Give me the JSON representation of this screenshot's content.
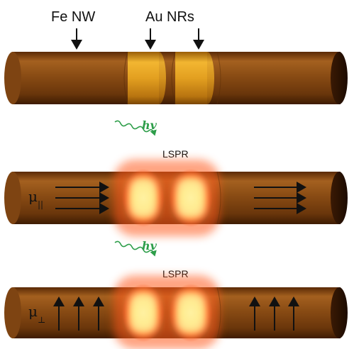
{
  "labels": {
    "fe_nw": "Fe NW",
    "au_nrs": "Au NRs",
    "hv": "hv",
    "lspr": "LSPR",
    "mu_parallel": "μ",
    "mu_parallel_sub": "||",
    "mu_perp": "μ",
    "mu_perp_sub": "⊥"
  },
  "colors": {
    "iron": "#7a3f0e",
    "gold": "#d4941c",
    "glow": "#ff5a1e",
    "photon": "#2e9e4a",
    "arrow": "#111111"
  },
  "panels": [
    {
      "id": "top",
      "state": "dark"
    },
    {
      "id": "middle",
      "state": "illuminated",
      "magnetization": "parallel"
    },
    {
      "id": "bottom",
      "state": "illuminated",
      "magnetization": "perpendicular"
    }
  ]
}
